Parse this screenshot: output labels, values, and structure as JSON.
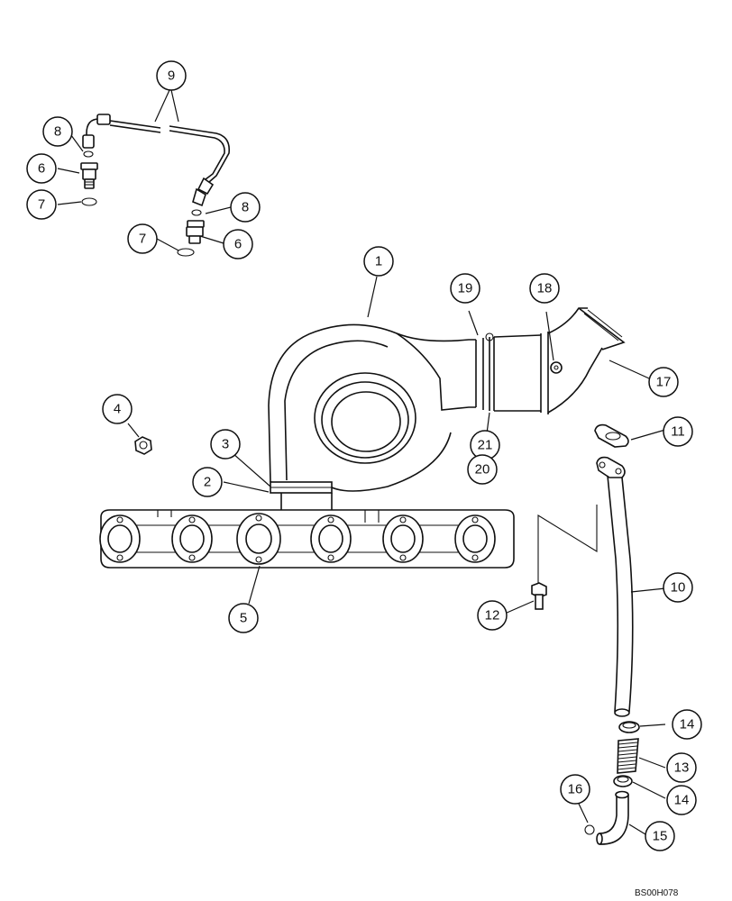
{
  "callouts": [
    {
      "id": "c1",
      "label": "1"
    },
    {
      "id": "c2",
      "label": "2"
    },
    {
      "id": "c3",
      "label": "3"
    },
    {
      "id": "c4",
      "label": "4"
    },
    {
      "id": "c5",
      "label": "5"
    },
    {
      "id": "c6a",
      "label": "6"
    },
    {
      "id": "c6b",
      "label": "6"
    },
    {
      "id": "c7a",
      "label": "7"
    },
    {
      "id": "c7b",
      "label": "7"
    },
    {
      "id": "c8a",
      "label": "8"
    },
    {
      "id": "c8b",
      "label": "8"
    },
    {
      "id": "c9",
      "label": "9"
    },
    {
      "id": "c10",
      "label": "10"
    },
    {
      "id": "c11",
      "label": "11"
    },
    {
      "id": "c12",
      "label": "12"
    },
    {
      "id": "c13",
      "label": "13"
    },
    {
      "id": "c14a",
      "label": "14"
    },
    {
      "id": "c14b",
      "label": "14"
    },
    {
      "id": "c15",
      "label": "15"
    },
    {
      "id": "c16",
      "label": "16"
    },
    {
      "id": "c17",
      "label": "17"
    },
    {
      "id": "c18",
      "label": "18"
    },
    {
      "id": "c19",
      "label": "19"
    },
    {
      "id": "c20",
      "label": "20"
    },
    {
      "id": "c21",
      "label": "21"
    }
  ],
  "figure_code": "BS00H078"
}
